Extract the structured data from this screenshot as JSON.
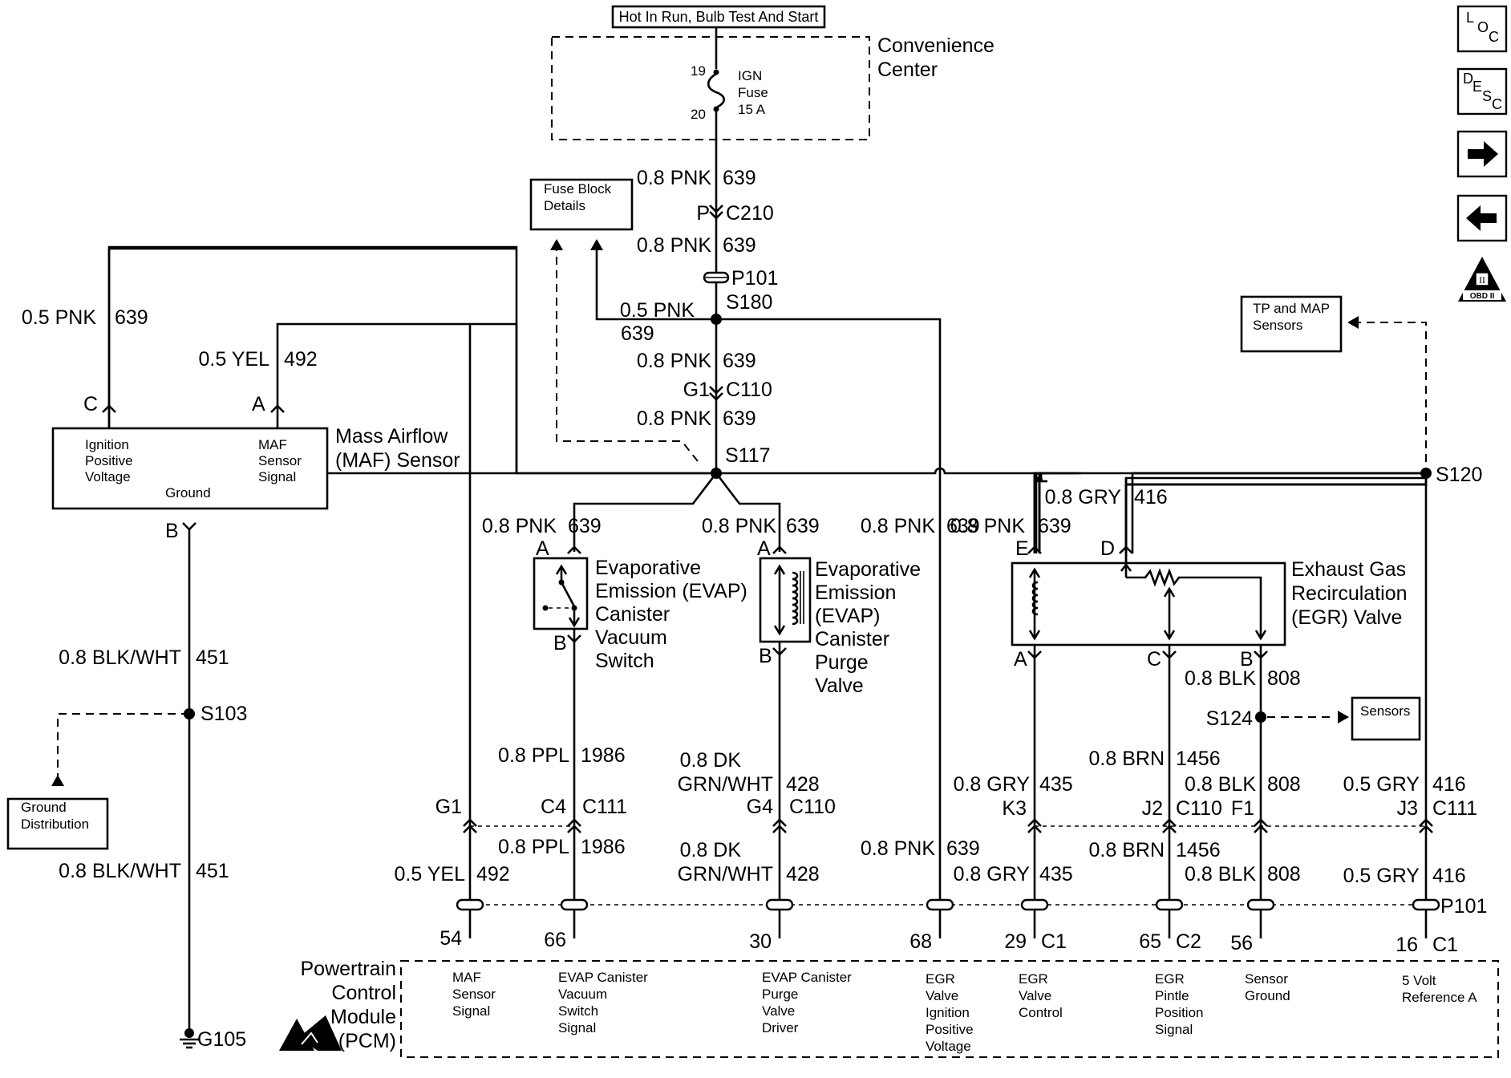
{
  "header": {
    "power_label": "Hot In Run, Bulb Test And Start",
    "center_l1": "Convenience",
    "center_l2": "Center",
    "fuse_pin_top": "19",
    "fuse_pin_bot": "20",
    "fuse_l1": "IGN",
    "fuse_l2": "Fuse",
    "fuse_l3": "15 A"
  },
  "nav": {
    "loc": [
      "L",
      "O",
      "C"
    ],
    "desc": [
      "D",
      "E",
      "S",
      "C"
    ],
    "obd": "OBD II"
  },
  "refs": {
    "fuse_block_l1": "Fuse Block",
    "fuse_block_l2": "Details",
    "tp_map_l1": "TP and MAP",
    "tp_map_l2": "Sensors",
    "sensors": "Sensors",
    "ground_l1": "Ground",
    "ground_l2": "Distribution"
  },
  "main": {
    "w1": "0.8 PNK",
    "w1c": "639",
    "p": "P",
    "c210": "C210",
    "w2": "0.8 PNK",
    "w2c": "639",
    "p101": "P101",
    "s180": "S180",
    "w3": "0.5 PNK",
    "w3c": "639",
    "w4": "0.8 PNK",
    "w4c": "639",
    "g1": "G1",
    "c110": "C110",
    "w5": "0.8 PNK",
    "w5c": "639",
    "s117": "S117"
  },
  "maf": {
    "wc": "0.5 PNK",
    "wcc": "639",
    "wa": "0.5 YEL",
    "wac": "492",
    "pin_c": "C",
    "pin_a": "A",
    "pin_b": "B",
    "ign_l1": "Ignition",
    "ign_l2": "Positive",
    "ign_l3": "Voltage",
    "sig_l1": "MAF",
    "sig_l2": "Sensor",
    "sig_l3": "Signal",
    "ground": "Ground",
    "name_l1": "Mass Airflow",
    "name_l2": "(MAF) Sensor",
    "wb1": "0.8 BLK/WHT",
    "wb1c": "451",
    "s103": "S103",
    "wb2": "0.8 BLK/WHT",
    "wb2c": "451",
    "g105": "G105"
  },
  "evap_sw": {
    "w_in": "0.8 PNK",
    "w_inc": "639",
    "pin_a": "A",
    "pin_b": "B",
    "l1": "Evaporative",
    "l2": "Emission (EVAP)",
    "l3": "Canister",
    "l4": "Vacuum",
    "l5": "Switch",
    "w_out": "0.8 PPL",
    "w_outc": "1986",
    "c4": "C4",
    "c111": "C111",
    "w_out2": "0.8 PPL",
    "w_out2c": "1986"
  },
  "evap_pv": {
    "w_in": "0.8 PNK",
    "w_inc": "639",
    "pin_a": "A",
    "pin_b": "B",
    "l1": "Evaporative",
    "l2": "Emission",
    "l3": "(EVAP)",
    "l4": "Canister",
    "l5": "Purge",
    "l6": "Valve",
    "w_out_l1": "0.8 DK",
    "w_out_l2": "GRN/WHT",
    "w_outc": "428",
    "g4": "G4",
    "c110": "C110",
    "w_out2_l1": "0.8 DK",
    "w_out2_l2": "GRN/WHT",
    "w_out2c": "428"
  },
  "egr": {
    "pnk2": "0.8 PNK",
    "pnk2c": "639",
    "w_e": "0.8 PNK",
    "w_ec": "639",
    "w_d": "0.8 GRY",
    "w_dc": "416",
    "pin_e": "E",
    "pin_d": "D",
    "pin_a": "A",
    "pin_c": "C",
    "pin_b": "B",
    "l1": "Exhaust Gas",
    "l2": "Recirculation",
    "l3": "(EGR) Valve",
    "s120": "S120",
    "wb": "0.8 BLK",
    "wbc": "808",
    "s124": "S124",
    "gry1": "0.8 GRY",
    "gry1c": "435",
    "k3": "K3",
    "brn1": "0.8 BRN",
    "brn1c": "1456",
    "j2": "J2",
    "c110": "C110",
    "blk1": "0.8 BLK",
    "blk1c": "808",
    "f1": "F1",
    "ref1": "0.5 GRY",
    "ref1c": "416",
    "j3": "J3",
    "c111": "C111",
    "gry2": "0.8 GRY",
    "gry2c": "435",
    "brn2": "0.8 BRN",
    "brn2c": "1456",
    "blk2": "0.8 BLK",
    "blk2c": "808",
    "ref2": "0.5 GRY",
    "ref2c": "416",
    "p101b": "P101"
  },
  "pcm": {
    "g1": "G1",
    "yel": "0.5 YEL",
    "yelc": "492",
    "pins": [
      "54",
      "66",
      "30",
      "68",
      "29",
      "65",
      "56",
      "16"
    ],
    "c1a": "C1",
    "c2": "C2",
    "c1b": "C1",
    "name_l1": "Powertrain",
    "name_l2": "Control",
    "name_l3": "Module",
    "name_l4": "(PCM)",
    "f1": [
      "MAF",
      "Sensor",
      "Signal"
    ],
    "f2": [
      "EVAP Canister",
      "Vacuum",
      "Switch",
      "Signal"
    ],
    "f3": [
      "EVAP Canister",
      "Purge",
      "Valve",
      "Driver"
    ],
    "f4": [
      "EGR",
      "Valve",
      "Ignition",
      "Positive",
      "Voltage"
    ],
    "f5": [
      "EGR",
      "Valve",
      "Control"
    ],
    "f6": [
      "EGR",
      "Pintle",
      "Position",
      "Signal"
    ],
    "f7": [
      "Sensor",
      "Ground"
    ],
    "f8": [
      "5 Volt",
      "Reference A"
    ]
  }
}
